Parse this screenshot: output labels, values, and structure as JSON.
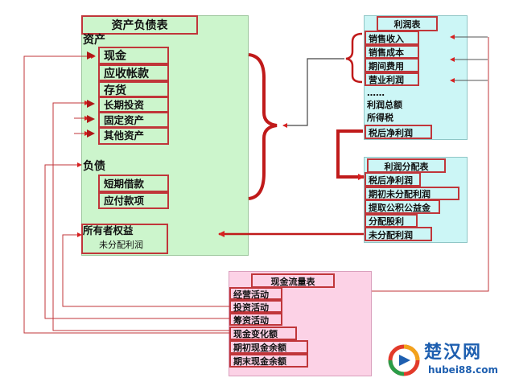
{
  "balance_sheet": {
    "title": "资产负债表",
    "assets_heading": "资产",
    "assets": [
      "现金",
      "应收帐款",
      "存货",
      "长期投资",
      "固定资产",
      "其他资产"
    ],
    "liabilities_heading": "负债",
    "liabilities": [
      "短期借款",
      "应付款项"
    ],
    "equity_heading": "所有者权益",
    "equity_item": "未分配利润"
  },
  "income_statement": {
    "title": "利润表",
    "items": [
      "销售收入",
      "销售成本",
      "期间费用",
      "营业利润",
      "……",
      "利润总额",
      "所得税",
      "税后净利润"
    ]
  },
  "profit_distribution": {
    "title": "利润分配表",
    "items": [
      "税后净利润",
      "期初未分配利润",
      "提取公积公益金",
      "分配股利",
      "未分配利润"
    ]
  },
  "cash_flow": {
    "title": "现金流量表",
    "items": [
      "经营活动",
      "投资活动",
      "筹资活动",
      "现金变化额",
      "期初现金余额",
      "期末现金余额"
    ]
  },
  "watermark": {
    "name": "楚汉网",
    "url": "hubei88.com"
  },
  "colors": {
    "balance_bg": "#ccf5cc",
    "income_bg": "#ccf6f6",
    "cash_bg": "#fcd2e6",
    "box_border": "#c0363a",
    "arrow": "#d82020"
  }
}
